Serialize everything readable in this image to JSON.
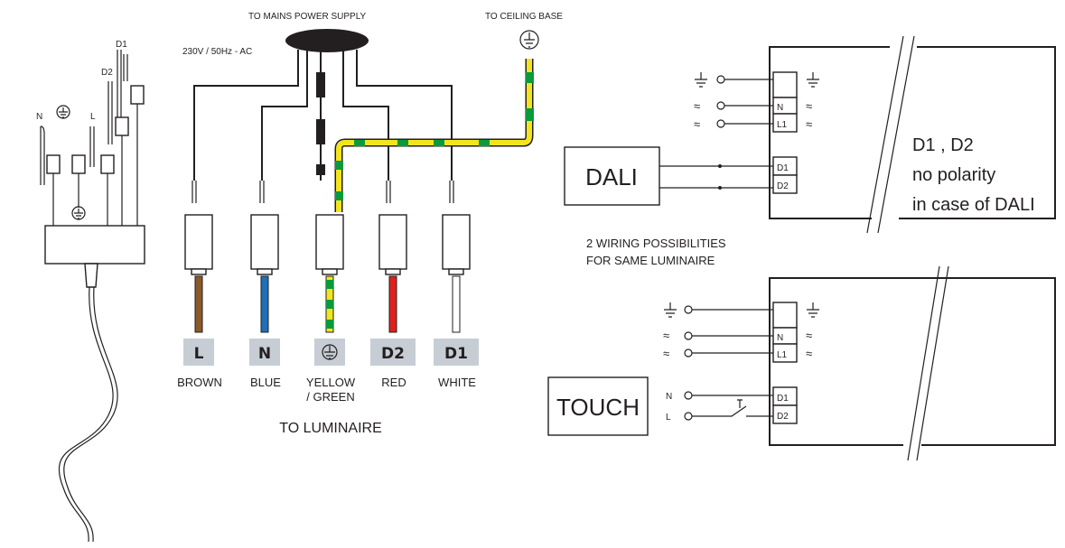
{
  "labels": {
    "mains": "TO MAINS POWER SUPPLY",
    "voltage": "230V / 50Hz - AC",
    "ceiling": "TO CEILING BASE",
    "to_luminaire": "TO LUMINAIRE",
    "wiring_line1": "2 WIRING POSSIBILITIES",
    "wiring_line2": "FOR SAME LUMINAIRE",
    "note_line1": "D1 , D2",
    "note_line2": "no polarity",
    "note_line3": "in case of DALI"
  },
  "left_connector": {
    "n": "N",
    "l": "L",
    "d1": "D1",
    "d2": "D2"
  },
  "wires": [
    {
      "code": "L",
      "color_name": "BROWN",
      "color": "#8b5a2b"
    },
    {
      "code": "N",
      "color_name": "BLUE",
      "color": "#1f6fb8"
    },
    {
      "code": "⏚",
      "color_name": "YELLOW",
      "color_name2": "/ GREEN",
      "color": "#f2e51e"
    },
    {
      "code": "D2",
      "color_name": "RED",
      "color": "#e0201c"
    },
    {
      "code": "D1",
      "color_name": "WHITE",
      "color": "#ffffff"
    }
  ],
  "dali": {
    "box": "DALI",
    "terminals": [
      "N",
      "L1",
      "D1",
      "D2"
    ],
    "earth_symbol": "⏚",
    "ac_symbol": "≈"
  },
  "touch": {
    "box": "TOUCH",
    "terminals": [
      "N",
      "L1",
      "D1",
      "D2"
    ],
    "in_n": "N",
    "in_l": "L",
    "earth_symbol": "⏚",
    "ac_symbol": "≈"
  },
  "colors": {
    "badge_bg": "#c7cdd4",
    "ground_green": "#0a9a3c",
    "ground_yellow": "#f2e51e"
  }
}
